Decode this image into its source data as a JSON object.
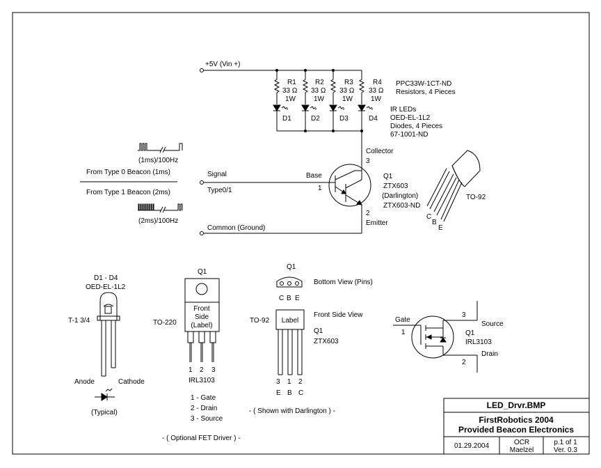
{
  "title_block": {
    "filename": "LED_Drvr.BMP",
    "project_line1": "FirstRobotics 2004",
    "project_line2": "Provided Beacon Electronics",
    "date": "01.29.2004",
    "author_line1": "OCR",
    "author_line2": "Maelzel",
    "page": "p.1 of 1",
    "version": "Ver. 0.3"
  },
  "supply": {
    "label": "+5V (Vin +)"
  },
  "resistors": {
    "items": [
      {
        "ref": "R1",
        "value": "33 Ω",
        "power": "1W"
      },
      {
        "ref": "R2",
        "value": "33 Ω",
        "power": "1W"
      },
      {
        "ref": "R3",
        "value": "33 Ω",
        "power": "1W"
      },
      {
        "ref": "R4",
        "value": "33 Ω",
        "power": "1W"
      }
    ],
    "part_number": "PPC33W-1CT-ND",
    "description": "Resistors, 4 Pieces"
  },
  "diodes": {
    "items": [
      "D1",
      "D2",
      "D3",
      "D4"
    ],
    "note_line1": "IR LEDs",
    "note_line2": "OED-EL-1L2",
    "note_line3": "Diodes, 4 Pieces",
    "note_line4": "67-1001-ND"
  },
  "transistor": {
    "collector": "Collector",
    "collector_pin": "3",
    "base": "Base",
    "base_pin": "1",
    "emitter": "Emitter",
    "emitter_pin": "2",
    "ref": "Q1",
    "part": "ZTX603",
    "type": "(Darlington)",
    "order_code": "ZTX603-ND",
    "package": "TO-92",
    "pins_c": "C",
    "pins_b": "B",
    "pins_e": "E"
  },
  "signal": {
    "waveform1": "(1ms)/100Hz",
    "source1": "From Type 0 Beacon (1ms)",
    "source2": "From Type 1 Beacon (2ms)",
    "waveform2": "(2ms)/100Hz",
    "label": "Signal",
    "type_label": "Type0/1",
    "common": "Common (Ground)"
  },
  "led_detail": {
    "refs": "D1 - D4",
    "part": "OED-EL-1L2",
    "size": "T-1 3/4",
    "anode": "Anode",
    "cathode": "Cathode",
    "typical": "(Typical)"
  },
  "to220": {
    "ref": "Q1",
    "package": "TO-220",
    "front_line1": "Front",
    "front_line2": "Side",
    "front_line3": "(Label)",
    "pin1": "1",
    "pin2": "2",
    "pin3": "3",
    "part": "IRL3103",
    "pin_desc1": "1 - Gate",
    "pin_desc2": "2 - Drain",
    "pin_desc3": "3 - Source",
    "note": "- ( Optional FET Driver ) -"
  },
  "to92": {
    "ref": "Q1",
    "bottom_view": "Bottom View (Pins)",
    "bottom_c": "C",
    "bottom_b": "B",
    "bottom_e": "E",
    "front_view": "Front Side View",
    "package": "TO-92",
    "label": "Label",
    "ref2": "Q1",
    "part": "ZTX603",
    "pin_a": "3",
    "pin_b": "1",
    "pin_c": "2",
    "let_a": "E",
    "let_b": "B",
    "let_c": "C",
    "note": "- ( Shown with Darlington ) -"
  },
  "fet": {
    "gate": "Gate",
    "gate_pin": "1",
    "source_pin": "3",
    "source": "Source",
    "ref": "Q1",
    "part": "IRL3103",
    "drain_pin": "2",
    "drain": "Drain"
  }
}
